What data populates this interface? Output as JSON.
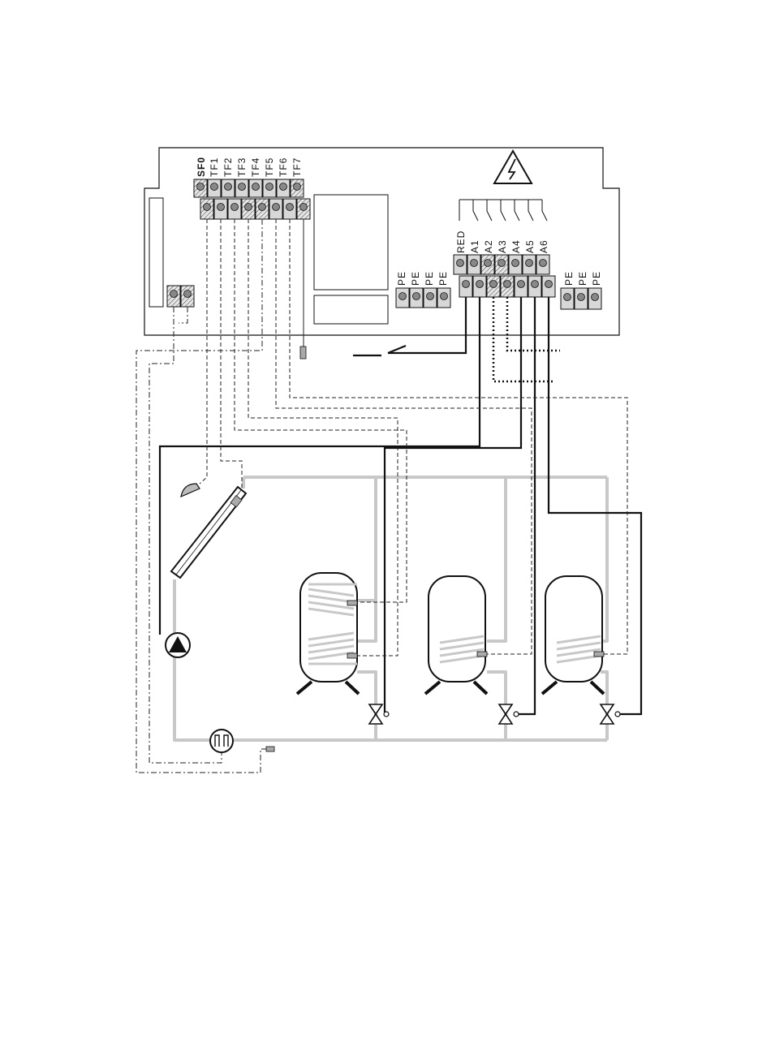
{
  "controller": {
    "sensor_labels": [
      "SF0",
      "TF1",
      "TF2",
      "TF3",
      "TF4",
      "TF5",
      "TF6",
      "TF7"
    ],
    "output_labels": [
      "RED",
      "A1",
      "A2",
      "A3",
      "A4",
      "A5",
      "A6"
    ],
    "pe_left": [
      "PE",
      "PE",
      "PE",
      "PE"
    ],
    "pe_right": [
      "PE",
      "PE",
      "PE"
    ],
    "warning_symbol": "high-voltage-warning-icon"
  },
  "components": {
    "tanks": 3,
    "valves": 3,
    "icons": [
      "collector-icon",
      "pump-icon",
      "flow-meter-icon",
      "valve-icon",
      "sensor-icon"
    ]
  },
  "colors": {
    "pipe": "#c8c8c8",
    "wire": "#111111"
  }
}
